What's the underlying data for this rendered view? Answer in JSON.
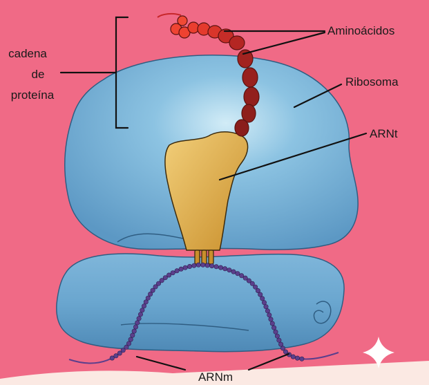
{
  "labels": {
    "protein_chain": [
      "cadena",
      "de",
      "proteína"
    ],
    "amino_acids": "Aminoácidos",
    "ribosome": "Ribosoma",
    "trna": "ARNt",
    "mrna": "ARNm"
  },
  "colors": {
    "background": "#f06a86",
    "ribosome": "#6ea9cf",
    "ribosome_dark": "#4f8cb8",
    "trna": "#e3b24f",
    "amino_acid_bright": "#e8382a",
    "amino_acid_dark": "#8e1f1c",
    "mrna": "#5b3f8c",
    "bottom_band": "#fbe9e3"
  },
  "icons": [
    "sparkle-icon"
  ]
}
